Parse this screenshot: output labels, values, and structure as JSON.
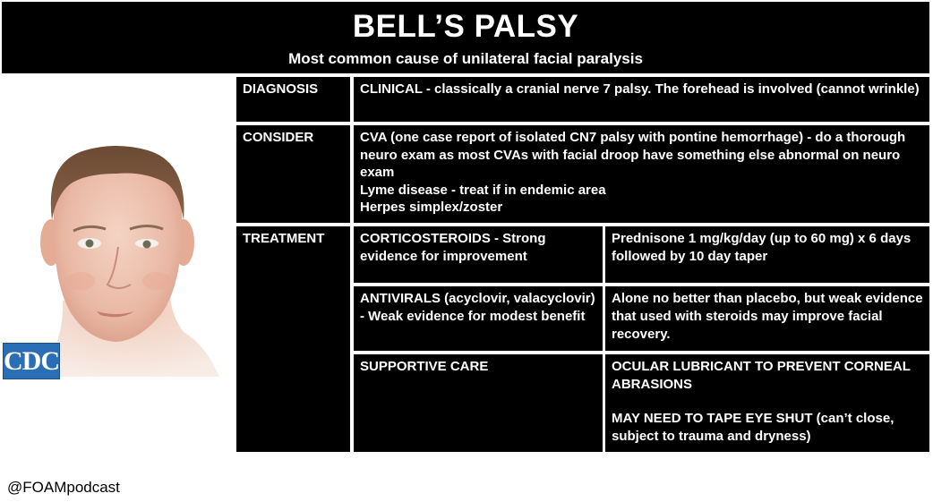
{
  "header": {
    "title": "BELL’S PALSY",
    "subtitle": "Most common cause of unilateral facial paralysis"
  },
  "rows": {
    "diagnosis": {
      "label": "DIAGNOSIS",
      "text": "CLINICAL - classically a cranial nerve 7 palsy. The forehead is involved (cannot wrinkle)"
    },
    "consider": {
      "label": "CONSIDER",
      "lines": [
        "CVA (one case report of isolated CN7 palsy with pontine hemorrhage) - do a thorough neuro exam as most CVAs with facial droop have something else abnormal on neuro exam",
        "Lyme disease - treat if in endemic area",
        "Herpes simplex/zoster"
      ]
    },
    "treatment": {
      "label": "TREATMENT",
      "items": [
        {
          "name": "CORTICOSTEROIDS - Strong evidence for improvement",
          "detail": "Prednisone 1 mg/kg/day (up to 60 mg) x 6 days followed by 10 day taper"
        },
        {
          "name": "ANTIVIRALS (acyclovir, valacyclovir) - Weak evidence for modest benefit",
          "detail": "Alone no better than placebo, but weak evidence that used with steroids may improve facial recovery."
        },
        {
          "name": "SUPPORTIVE CARE",
          "detail_lines": [
            "OCULAR LUBRICANT TO PREVENT CORNEAL ABRASIONS",
            "MAY NEED TO TAPE EYE SHUT (can’t close, subject to trauma and dryness)"
          ]
        }
      ]
    }
  },
  "image": {
    "logo_text": "CDC"
  },
  "footer": {
    "handle": "@FOAMpodcast"
  },
  "colors": {
    "cell_bg": "#000000",
    "text": "#ffffff",
    "logo_blue": "#2a6eb5"
  }
}
